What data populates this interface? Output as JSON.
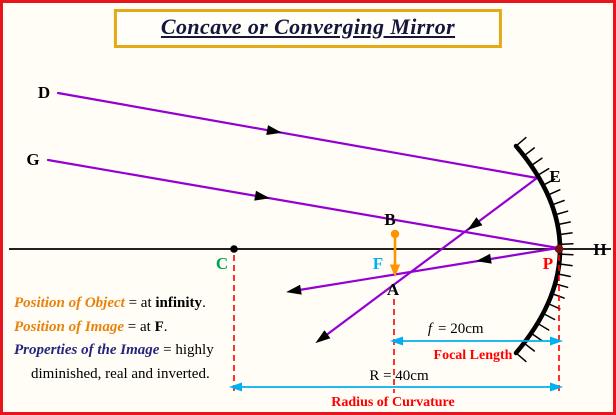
{
  "title": "Concave or Converging Mirror",
  "colors": {
    "page_border": "#e8141c",
    "title_border": "#e5a916",
    "title_text": "#15153d",
    "ray": "#9400d3",
    "arrowhead": "#000000",
    "dashed_guide": "#ff0000",
    "measure_arrow": "#00b0f0",
    "center_label": "#00a550",
    "focus_label": "#00b0f0",
    "pole_label": "#ff0000",
    "image_arrow": "#ff9300",
    "object_note": "#e8820d",
    "properties_note": "#26267e",
    "caption_red": "#ff0000"
  },
  "diagram": {
    "point_labels": {
      "D": "D",
      "G": "G",
      "C": "C",
      "B": "B",
      "F": "F",
      "A": "A",
      "P": "P",
      "H": "H",
      "E": "E"
    },
    "focal": {
      "symbol": "f",
      "value": "= 20cm",
      "caption": "Focal Length"
    },
    "radius": {
      "value": "R = 40cm",
      "caption": "Radius of Curvature"
    }
  },
  "notes": {
    "object": {
      "label": "Position of Object",
      "pre": " = at ",
      "strong": "infinity",
      "post": "."
    },
    "image": {
      "label": "Position of Image",
      "pre": " = at ",
      "strong": "F",
      "post": "."
    },
    "properties": {
      "label": "Properties of the Image",
      "pre": " = highly ",
      "rest": "diminished, real and inverted."
    }
  }
}
